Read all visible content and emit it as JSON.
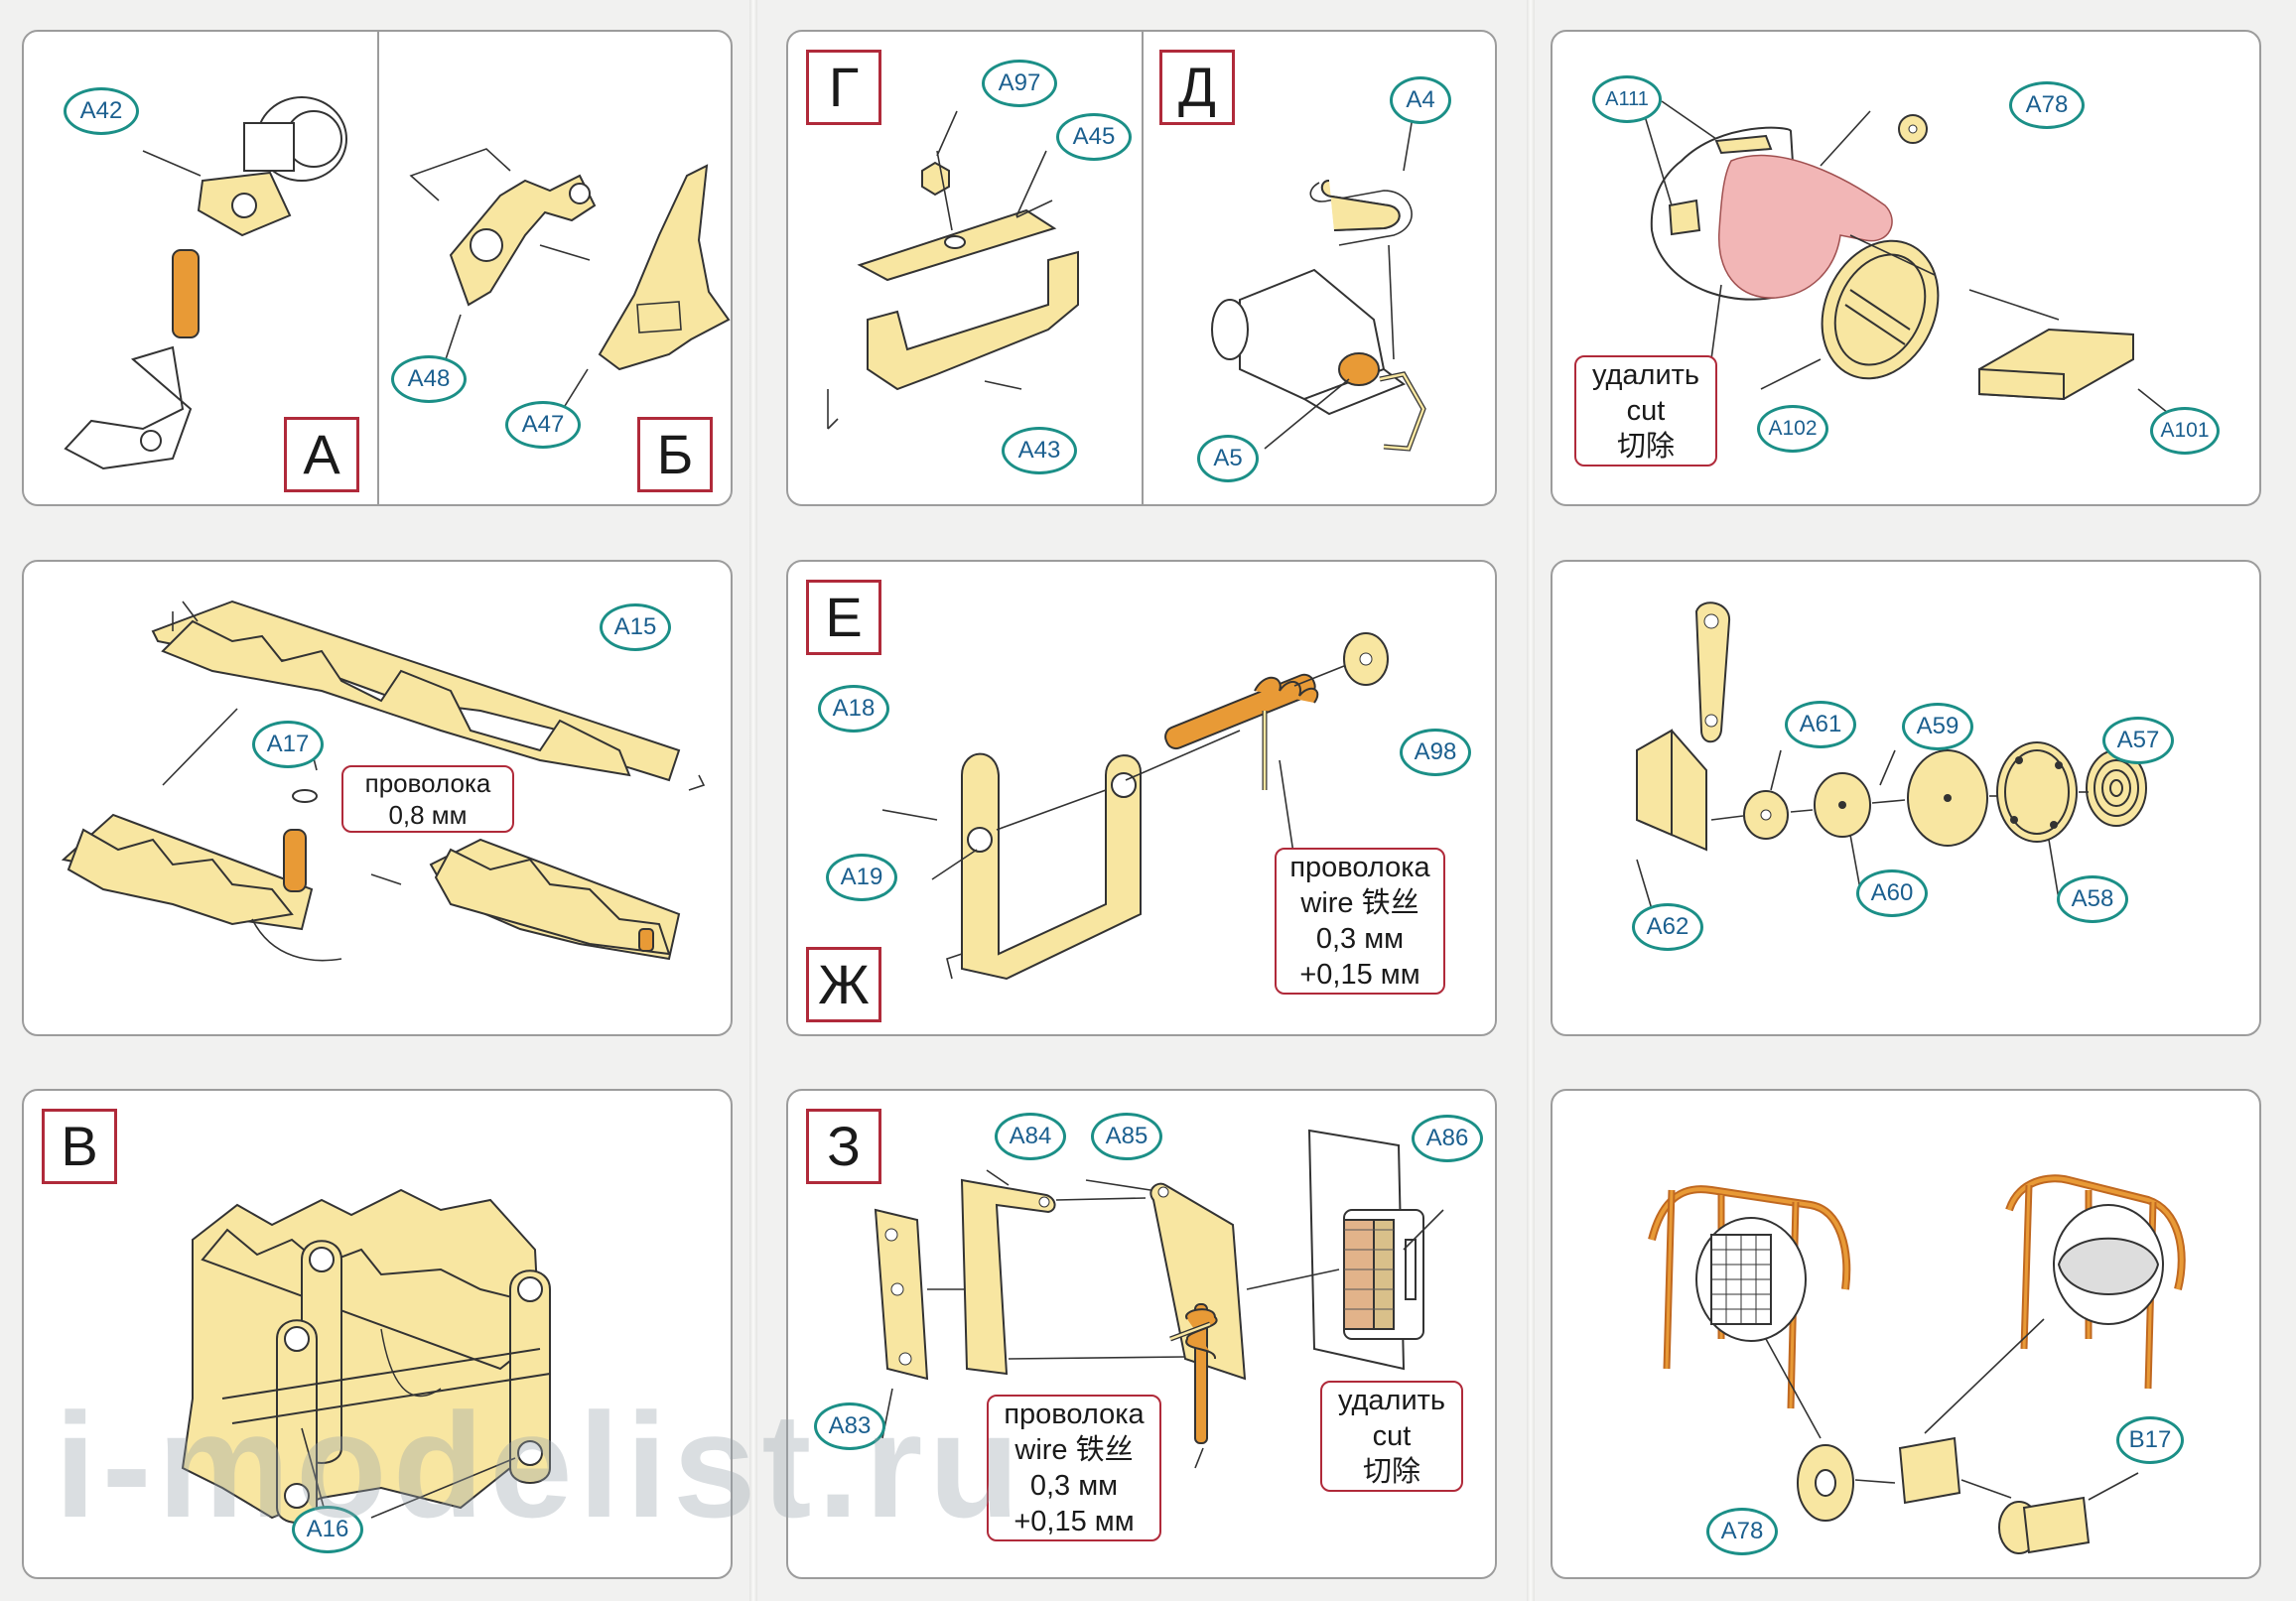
{
  "panels": {
    "p1": {
      "steps": [
        "А",
        "Б"
      ],
      "labels": [
        "A42",
        "A48",
        "A47"
      ]
    },
    "p2": {
      "steps": [
        "Г",
        "Д"
      ],
      "labels": [
        "A97",
        "A45",
        "A43",
        "A4",
        "A5"
      ]
    },
    "p3": {
      "labels": [
        "A111",
        "A78",
        "A102",
        "A101"
      ],
      "note": [
        "удалить",
        "cut",
        "切除"
      ]
    },
    "p4": {
      "labels": [
        "A15",
        "A17"
      ],
      "note": [
        "проволока",
        "0,8 мм"
      ]
    },
    "p5": {
      "steps": [
        "Е",
        "Ж"
      ],
      "labels": [
        "A18",
        "A19",
        "A98"
      ],
      "note": [
        "проволока",
        "wire 铁丝",
        "0,3 мм",
        "+0,15 мм"
      ]
    },
    "p6": {
      "labels": [
        "A61",
        "A59",
        "A57",
        "A62",
        "A60",
        "A58"
      ]
    },
    "p7": {
      "steps": [
        "В"
      ],
      "labels": [
        "A16"
      ]
    },
    "p8": {
      "steps": [
        "З"
      ],
      "labels": [
        "A84",
        "A85",
        "A86",
        "A83"
      ],
      "note1": [
        "проволока",
        "wire 铁丝",
        "0,3 мм",
        "+0,15 мм"
      ],
      "note2": [
        "удалить",
        "cut",
        "切除"
      ]
    },
    "p9": {
      "labels": [
        "B17",
        "A78"
      ]
    }
  },
  "watermark": "i-modelist.ru",
  "colors": {
    "part": "#f8e6a1",
    "step_border": "#b02a3a",
    "label_border": "#1b8f87",
    "label_text": "#1b5f8f",
    "orange": "#e89a36",
    "pink": "#f2b6b6"
  }
}
